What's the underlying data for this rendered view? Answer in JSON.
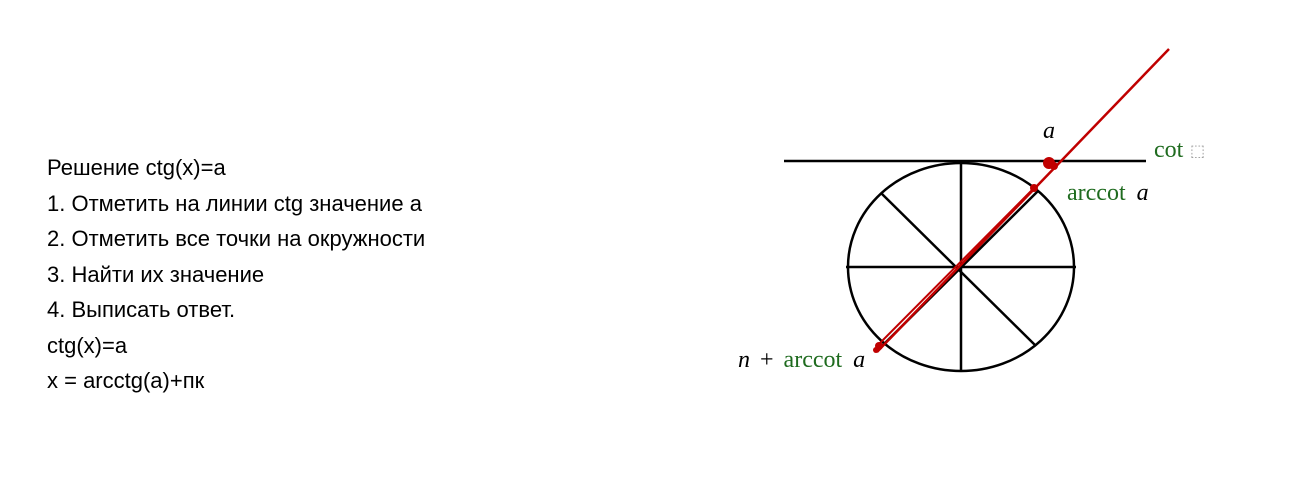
{
  "solution": {
    "title": "Решение ctg(x)=a",
    "steps": [
      "1. Отметить на линии ctg значение a",
      "2. Отметить все точки на окружности",
      "3. Найти их значение",
      "4. Выписать ответ."
    ],
    "equation": "ctg(x)=a",
    "answer": "x = arcctg(a)+пк"
  },
  "diagram": {
    "label_a": "a",
    "cot_label": "cot",
    "cot_placeholder": "⬚",
    "arccot_word": "arccot",
    "arccot_var": "a",
    "pi_symbol": "п",
    "plus_sign": "+",
    "lower_arccot_word": "arccot",
    "lower_arccot_var": "a",
    "colors": {
      "line": "#000000",
      "ray": "#c00000",
      "label_green": "#1f6b1f"
    }
  }
}
